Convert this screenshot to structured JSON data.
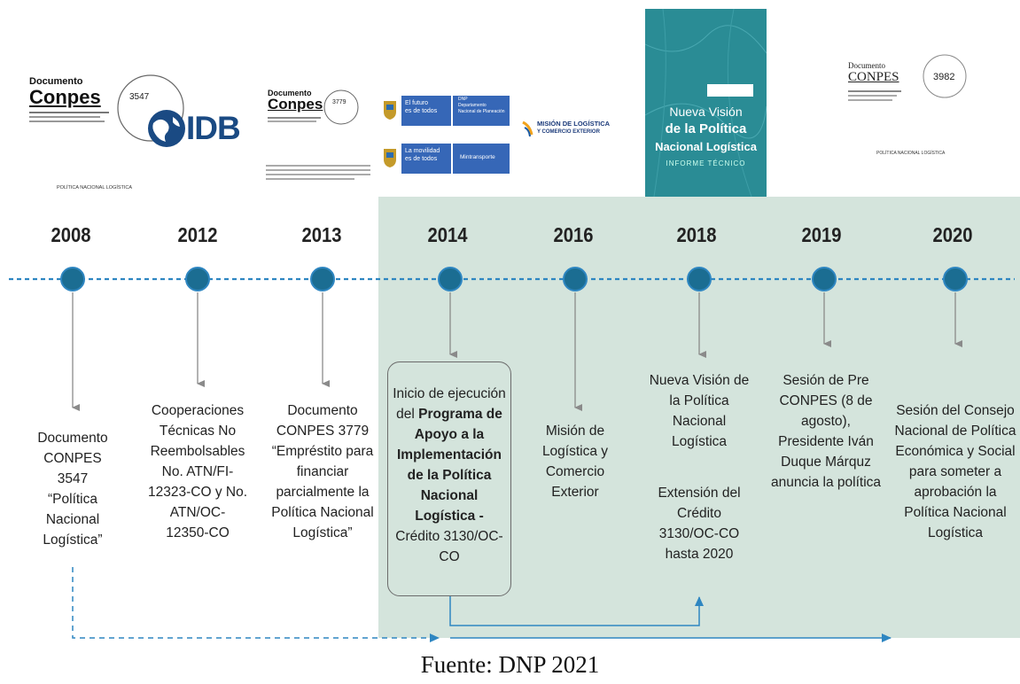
{
  "colors": {
    "shade": "#d4e4dc",
    "node": "#1b6d92",
    "timeline": "#2e86c1",
    "arrow": "#8a8a8a",
    "cover": "#2a8c95"
  },
  "years": [
    "2008",
    "2012",
    "2013",
    "2014",
    "2016",
    "2018",
    "2019",
    "2020"
  ],
  "events": {
    "e2008": [
      "Documento",
      "CONPES 3547",
      "“Política",
      "Nacional",
      "Logística”"
    ],
    "e2012": [
      "Cooperaciones",
      "Técnicas No",
      "Reembolsables",
      "No. ATN/FI-",
      "12323-CO y No.",
      "ATN/OC-",
      "12350-CO"
    ],
    "e2013": [
      "Documento",
      "CONPES 3779",
      "“Empréstito para",
      "financiar",
      "parcialmente la",
      "Política Nacional",
      "Logística”"
    ],
    "e2014": {
      "l1": "Inicio de ejecución",
      "l2a": "del ",
      "l2b": "Programa de",
      "l3": "Apoyo a la",
      "l4": "Implementación",
      "l5": "de la Política",
      "l6": "Nacional",
      "l7": "Logística -",
      "l8": "Crédito 3130/OC-",
      "l9": "CO"
    },
    "e2016": [
      "Misión de",
      "Logística y",
      "Comercio",
      "Exterior"
    ],
    "e2018a": [
      "Nueva Visión de",
      "la Política",
      "Nacional",
      "Logística"
    ],
    "e2018b": [
      "Extensión del",
      "Crédito",
      "3130/OC-CO",
      "hasta 2020"
    ],
    "e2019": [
      "Sesión de Pre",
      "CONPES (8 de",
      "agosto),",
      "Presidente Iván",
      "Duque Márquz",
      "anuncia la política"
    ],
    "e2020": [
      "Sesión del Consejo",
      "Nacional de Política",
      "Económica y Social",
      "para someter a",
      "aprobación la",
      "Política Nacional",
      "Logística"
    ]
  },
  "logos": {
    "conpes_doc": "Documento",
    "conpes_word": "Conpes",
    "conpes_word_small": "CONPES",
    "num_3547": "3547",
    "num_3779": "3779",
    "num_3982": "3982",
    "idb": "IDB",
    "pnl_small": "POLÍTICA NACIONAL LOGÍSTICA",
    "pnl_caps": "POLÍTICA NACIONAL LOGÍSTICA",
    "gov1_a": "El futuro",
    "gov1_b": "es de todos",
    "gov1_c": "DNP",
    "gov1_d": "Departamento",
    "gov1_e": "Nacional de Planeación",
    "gov2_a": "La movilidad",
    "gov2_b": "es de todos",
    "gov2_c": "Mintransporte",
    "mision_a": "MISIÓN DE LOGÍSTICA",
    "mision_b": "Y COMERCIO EXTERIOR",
    "cover_a": "Nueva Visión",
    "cover_b": "de la Política",
    "cover_c": "Nacional Logística",
    "cover_d": "INFORME TÉCNICO"
  },
  "source": "Fuente: DNP 2021"
}
